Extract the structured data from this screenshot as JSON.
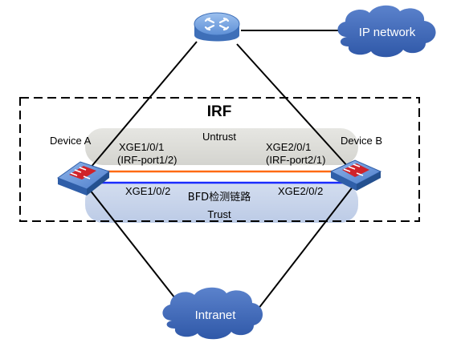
{
  "title": "IRF",
  "zones": {
    "untrust": "Untrust",
    "trust": "Trust"
  },
  "devices": {
    "a": "Device A",
    "b": "Device B"
  },
  "clouds": {
    "ip_network": "IP network",
    "intranet": "Intranet"
  },
  "ports": {
    "a_irf_port": "XGE1/0/1",
    "a_irf_port_group": "(IRF-port1/2)",
    "b_irf_port": "XGE2/0/1",
    "b_irf_port_group": "(IRF-port2/1)",
    "a_bfd_port": "XGE1/0/2",
    "b_bfd_port": "XGE2/0/2"
  },
  "bfd_link_label": "BFD检测链路",
  "colors": {
    "irf_link": "#ff6a13",
    "bfd_link": "#1a2bff",
    "untrust_zone": "#dcdcd8",
    "trust_zone": "#c9d5ea",
    "cloud": "#3f67b5",
    "device_body": "#4a7bc8",
    "device_accent": "#d0232a"
  },
  "icons": {
    "router": "router-icon",
    "switch": "firewall-switch-icon"
  }
}
